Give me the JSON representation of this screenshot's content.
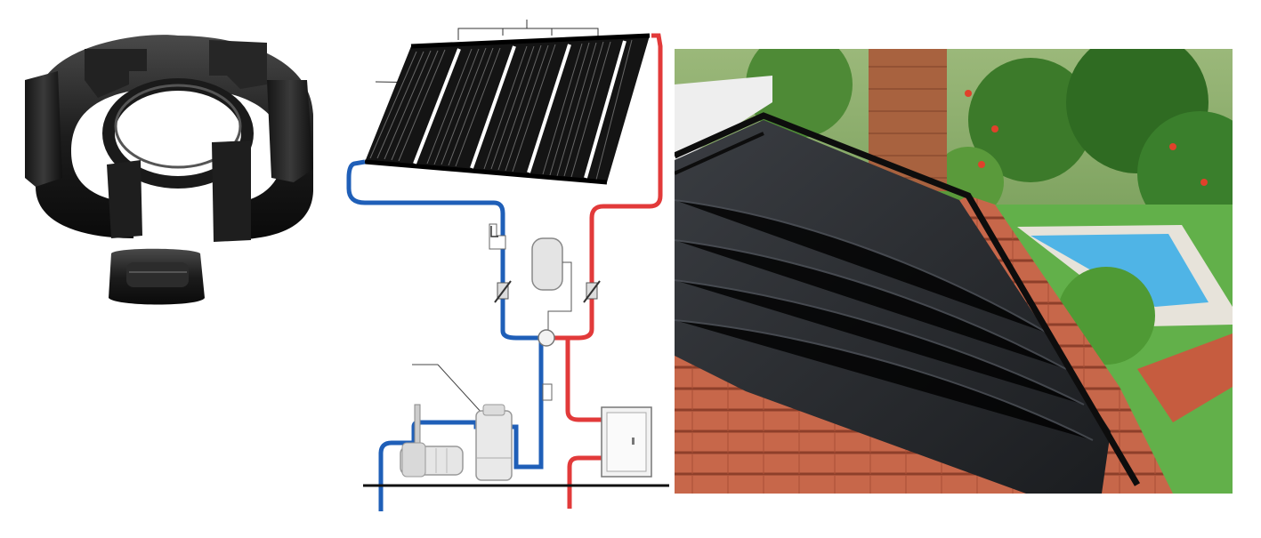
{
  "panels": {
    "left": {
      "subject": "pipe-clamp-part"
    },
    "middle": {
      "subject": "solar-pool-heating-schematic"
    },
    "right": {
      "subject": "roof-mounted-solar-collector-photo"
    }
  },
  "colors": {
    "hot_line": "#e23a3a",
    "cold_line": "#1f5fb8",
    "collector": "#111111",
    "roof_tile": "#c7674a",
    "pool_water": "#4fb4e6",
    "foliage": "#3f8a2f",
    "grass": "#62b04a"
  }
}
